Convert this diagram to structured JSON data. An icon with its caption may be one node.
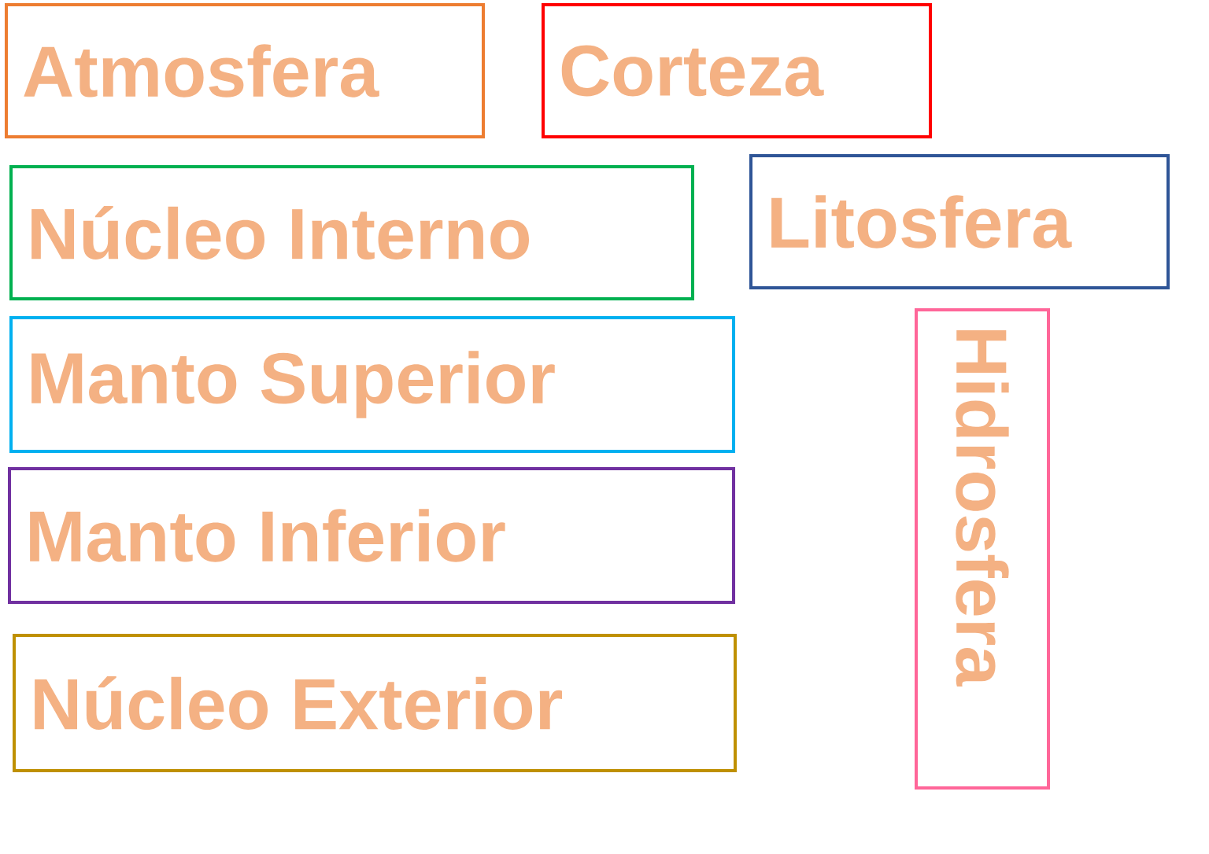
{
  "diagram": {
    "nodes": [
      {
        "text": [
          "Atmosfera"
        ]
      },
      {
        "text": [
          "Corteza"
        ]
      },
      {
        "text": [
          "Núcleo Interno"
        ]
      },
      {
        "text": [
          "Litosfera"
        ]
      },
      {
        "text": [
          "Manto Superior"
        ]
      },
      {
        "text": [
          "Hidrosfera"
        ]
      },
      {
        "text": [
          "Manto Inferior"
        ]
      },
      {
        "text": [
          "Núcleo Exterior"
        ]
      }
    ]
  }
}
